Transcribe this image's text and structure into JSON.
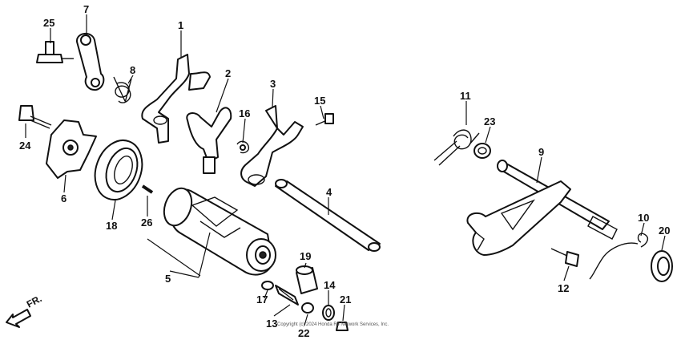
{
  "parts": [
    {
      "number": "1"
    },
    {
      "number": "2"
    },
    {
      "number": "3"
    },
    {
      "number": "4"
    },
    {
      "number": "5"
    },
    {
      "number": "6"
    },
    {
      "number": "7"
    },
    {
      "number": "8"
    },
    {
      "number": "9"
    },
    {
      "number": "10"
    },
    {
      "number": "11"
    },
    {
      "number": "12"
    },
    {
      "number": "13"
    },
    {
      "number": "14"
    },
    {
      "number": "15"
    },
    {
      "number": "16"
    },
    {
      "number": "17"
    },
    {
      "number": "18"
    },
    {
      "number": "19"
    },
    {
      "number": "20"
    },
    {
      "number": "21"
    },
    {
      "number": "22"
    },
    {
      "number": "23"
    },
    {
      "number": "24"
    },
    {
      "number": "25"
    },
    {
      "number": "26"
    }
  ],
  "direction_label": "FR.",
  "copyright": "Copyright (c) 2024 Honda RJ Network Services, Inc."
}
